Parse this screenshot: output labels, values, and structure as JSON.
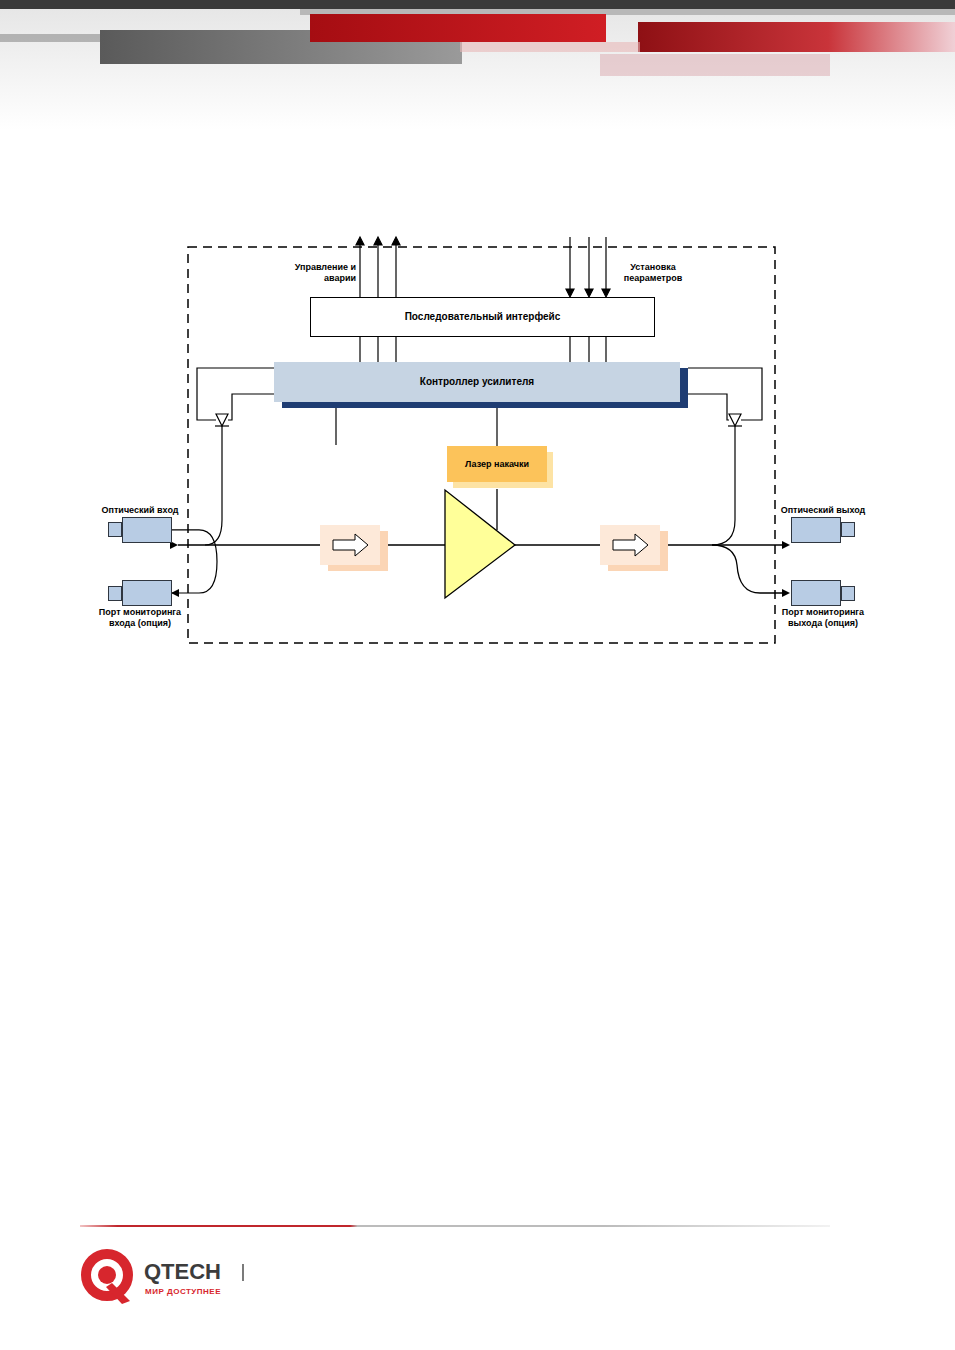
{
  "diagram": {
    "nodes": [
      {
        "text": [
          "Последовательный интерфейс"
        ]
      },
      {
        "text": [
          "Контроллер усилителя"
        ]
      },
      {
        "text": [
          "Лазер накачки"
        ]
      },
      {
        "text": [
          "Оптический вход"
        ]
      },
      {
        "text": [
          "Порт мониторинга входа (опция)"
        ]
      },
      {
        "text": [
          "Оптический выход"
        ]
      },
      {
        "text": [
          "Порт мониторинга выхода (опция)"
        ]
      }
    ],
    "edges": [
      {
        "from": 0,
        "to": 1,
        "arrow": "none"
      },
      {
        "from": 0,
        "to": 1,
        "arrow": "none"
      },
      {
        "from": 0,
        "to": 1,
        "arrow": "none"
      },
      {
        "from": 0,
        "to": 1,
        "arrow": "none"
      },
      {
        "from": 0,
        "to": 1,
        "arrow": "none"
      },
      {
        "from": 0,
        "to": 1,
        "arrow": "none"
      },
      {
        "from": 2,
        "to": 1,
        "arrow": "none"
      },
      {
        "from": 3,
        "to": 4,
        "arrow": "to"
      }
    ],
    "labels": [
      "Управление и аварии",
      "Установка пеараметров",
      "QTECH",
      "МИР ДОСТУПНЕЕ"
    ]
  }
}
